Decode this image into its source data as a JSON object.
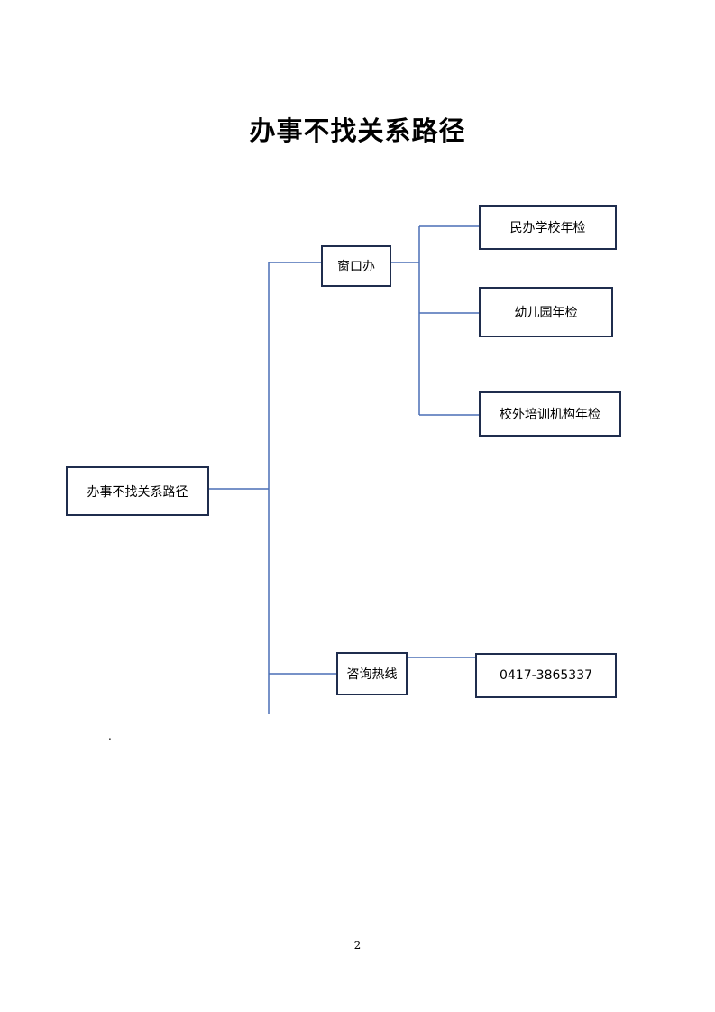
{
  "title": "办事不找关系路径",
  "diagram": {
    "root": "办事不找关系路径",
    "branches": [
      {
        "label": "窗口办",
        "children": [
          "民办学校年检",
          "幼儿园年检",
          "校外培训机构年检"
        ]
      },
      {
        "label": "咨询热线",
        "children": [
          "0417-3865337"
        ]
      }
    ]
  },
  "footer": {
    "dot": ".",
    "page_number": "2"
  },
  "colors": {
    "connector": "#4a6fb5",
    "box_border": "#1f2d4d"
  }
}
